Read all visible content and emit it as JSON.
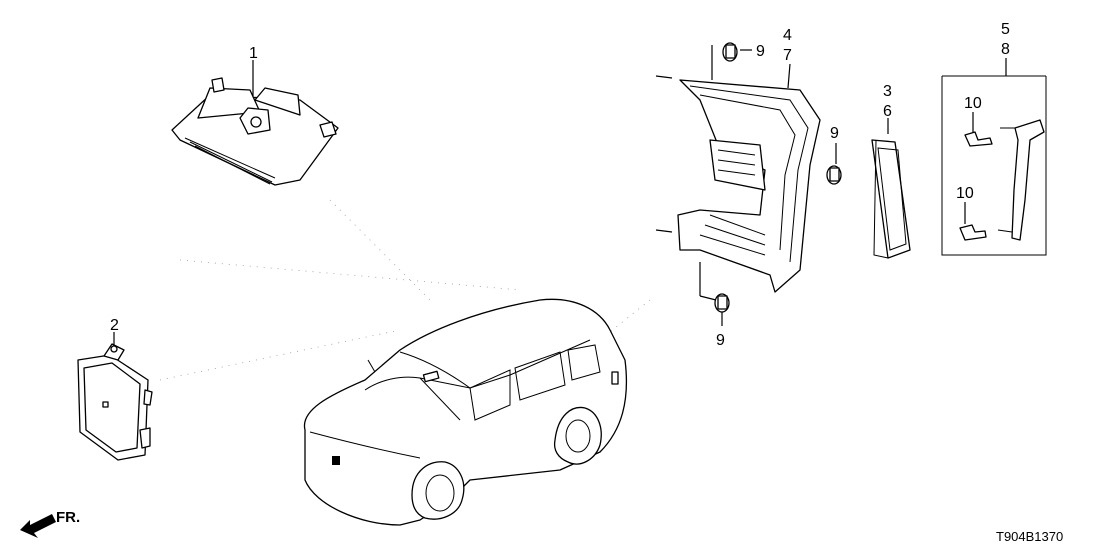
{
  "callouts": {
    "p1": "1",
    "p2": "2",
    "p3": "3",
    "p4": "4",
    "p5": "5",
    "p6": "6",
    "p7": "7",
    "p8": "8",
    "p9a": "9",
    "p9b": "9",
    "p9c": "9",
    "p10a": "10",
    "p10b": "10"
  },
  "direction_label": "FR.",
  "diagram_code": "T904B1370"
}
